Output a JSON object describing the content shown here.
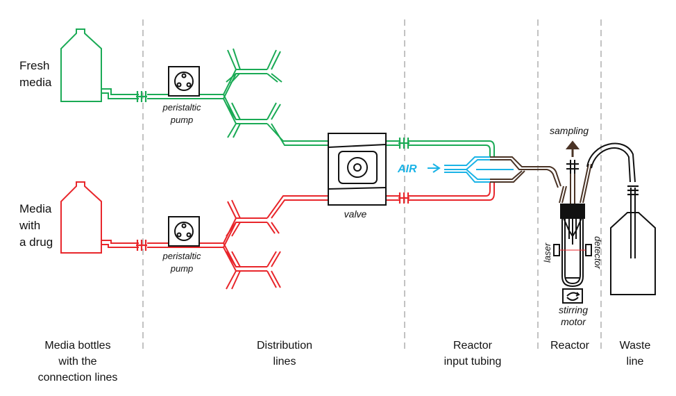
{
  "colors": {
    "green": "#1aaa55",
    "red": "#e8262b",
    "brown": "#4a3325",
    "cyan": "#1ab3e6",
    "black": "#111111",
    "divider": "#9a9a9a"
  },
  "bottles": {
    "fresh": {
      "line1": "Fresh",
      "line2": "media"
    },
    "drug": {
      "line1": "Media",
      "line2": "with",
      "line3": "a drug"
    }
  },
  "pump": {
    "line1": "peristaltic",
    "line2": "pump"
  },
  "valve_label": "valve",
  "air_label": "AIR",
  "sampling_label": "sampling",
  "laser_label": "laser",
  "detector_label": "detector",
  "stirring": {
    "line1": "stirring",
    "line2": "motor"
  },
  "sections": {
    "s1": {
      "line1": "Media bottles",
      "line2": "with the",
      "line3": "connection lines"
    },
    "s2": {
      "line1": "Distribution",
      "line2": "lines"
    },
    "s3": {
      "line1": "Reactor",
      "line2": "input tubing"
    },
    "s4": {
      "line1": "Reactor"
    },
    "s5": {
      "line1": "Waste",
      "line2": "line"
    }
  },
  "icons": [
    "bottle-icon",
    "peristaltic-pump-icon",
    "connector-icon",
    "valve-icon",
    "air-arrow-icon",
    "sampling-arrow-icon",
    "stirring-motor-icon",
    "waste-bottle-icon"
  ]
}
